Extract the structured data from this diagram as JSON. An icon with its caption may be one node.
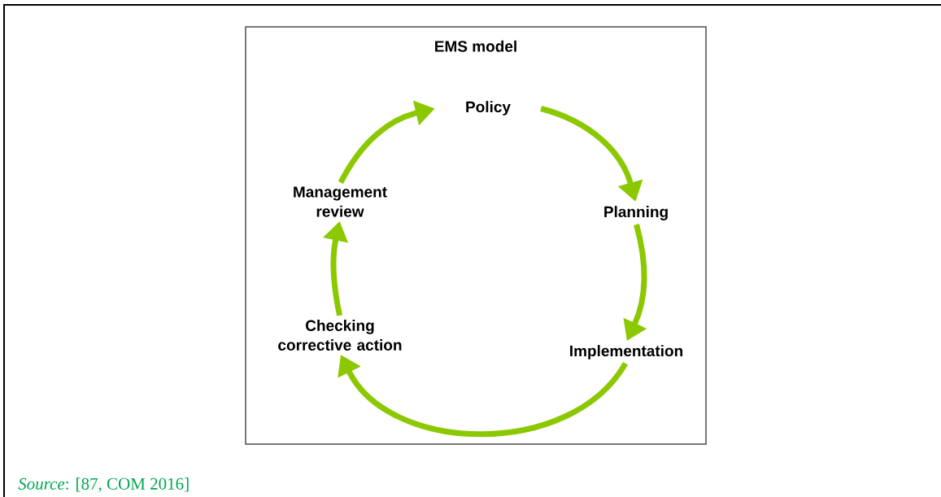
{
  "diagram": {
    "caption": "*Source*: [87, COM 2016]",
    "nodes": [
      {
        "text": [
          "EMS model"
        ]
      },
      {
        "text": [
          "Policy"
        ],
        "in": 0
      },
      {
        "text": [
          "Planning"
        ],
        "in": 0
      },
      {
        "text": [
          "Implementation"
        ],
        "in": 0
      },
      {
        "text": [
          "Checking corrective action"
        ],
        "in": 0
      },
      {
        "text": [
          "Management review"
        ],
        "in": 0
      }
    ],
    "edges": [
      {
        "from": 1,
        "to": 2,
        "arrow": "to"
      },
      {
        "from": 2,
        "to": 3,
        "arrow": "to"
      },
      {
        "from": 3,
        "to": 4,
        "arrow": "to"
      },
      {
        "from": 4,
        "to": 5,
        "arrow": "to"
      },
      {
        "from": 5,
        "to": 1,
        "arrow": "to"
      }
    ]
  }
}
